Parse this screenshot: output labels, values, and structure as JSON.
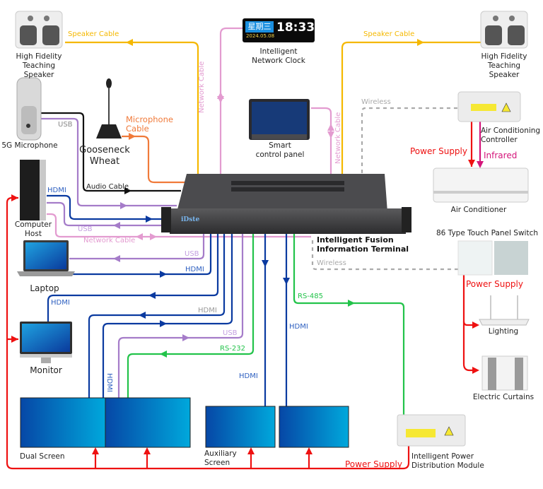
{
  "title": "Intelligent Fusion Information Terminal Connection Diagram",
  "colors": {
    "speaker_cable": "#f5b800",
    "network_cable": "#e39bd0",
    "usb": "#a57cc9",
    "hdmi": "#0a3aa0",
    "audio": "#111111",
    "microphone_cable": "#f07a3a",
    "rs232": "#22c34a",
    "rs485": "#22c34a",
    "power": "#ee1111",
    "infrared": "#d4157a",
    "wireless": "#aaaaaa"
  },
  "devices": {
    "speaker_left": {
      "label": "High Fidelity\nTeaching Speaker"
    },
    "speaker_right": {
      "label": "High Fidelity\nTeaching Speaker"
    },
    "clock": {
      "label": "Intelligent\nNetwork Clock",
      "weekday": "星期三",
      "date": "2024.05.08",
      "time": "18:33"
    },
    "control_panel": {
      "label": "Smart\ncontrol panel"
    },
    "microphone_5g": {
      "label": "5G Microphone"
    },
    "gooseneck": {
      "label": "Gooseneck\nWheat"
    },
    "computer_host": {
      "label": "Computer\nHost"
    },
    "laptop": {
      "label": "Laptop"
    },
    "monitor": {
      "label": "Monitor"
    },
    "dual_screen": {
      "label": "Dual Screen"
    },
    "auxiliary_screen": {
      "label": "Auxiliary\nScreen"
    },
    "terminal": {
      "label": "Intelligent Fusion\nInformation Terminal",
      "brand": "iDste"
    },
    "ac_controller": {
      "label": "Air Conditioning\nController"
    },
    "air_conditioner": {
      "label": "Air Conditioner"
    },
    "touch_switch": {
      "label": "86 Type Touch Panel Switch"
    },
    "lighting": {
      "label": "Lighting"
    },
    "curtains": {
      "label": "Electric Curtains"
    },
    "power_module": {
      "label": "Intelligent Power\nDistribution Module"
    }
  },
  "cables": {
    "speaker_left": "Speaker Cable",
    "speaker_right": "Speaker Cable",
    "clock_network": "Network Cable",
    "panel_network": "Network Cable",
    "wireless_ac": "Wireless",
    "wireless_switch": "Wireless",
    "mic_usb": "USB",
    "microphone_cable": "Microphone\nCable",
    "audio_cable": "Audio Cable",
    "host_hdmi": "HDMI",
    "host_usb": "USB",
    "host_network": "Network Cable",
    "laptop_usb": "USB",
    "laptop_hdmi": "HDMI",
    "monitor_hdmi": "HDMI",
    "dual_hdmi_1": "HDMI",
    "dual_hdmi_2": "HDMI",
    "dual_usb": "USB",
    "dual_rs232": "RS-232",
    "aux_hdmi_1": "HDMI",
    "aux_hdmi_2": "HDMI",
    "rs485": "RS-485",
    "ac_power": "Power Supply",
    "ac_infrared": "Infrared",
    "switch_power": "Power Supply",
    "main_power": "Power Supply"
  }
}
